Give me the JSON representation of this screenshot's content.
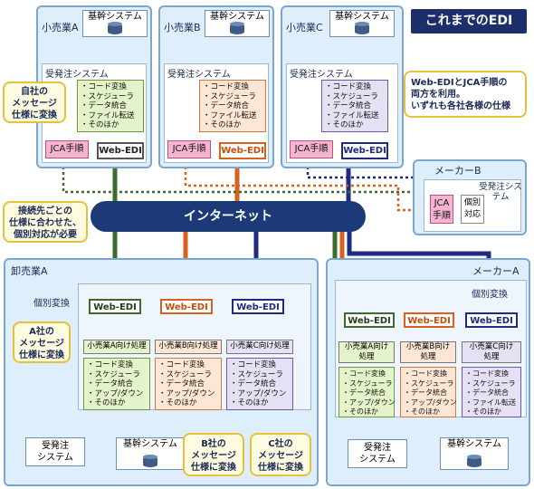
{
  "title": "これまでのEDI",
  "internet": "インターネット",
  "retailers": [
    {
      "name": "小売業A",
      "kikan": "基幹システム",
      "system": "受発注システム",
      "funcs": [
        "・コード変換",
        "・スケジューラ",
        "・データ統合",
        "・ファイル転送",
        "・そのほか"
      ],
      "jca": "JCA手順",
      "webedi": "Web-EDI"
    },
    {
      "name": "小売業B",
      "kikan": "基幹システム",
      "system": "受発注システム",
      "funcs": [
        "・コード変換",
        "・スケジューラ",
        "・データ統合",
        "・ファイル転送",
        "・そのほか"
      ],
      "jca": "JCA手順",
      "webedi": "Web-EDI"
    },
    {
      "name": "小売業C",
      "kikan": "基幹システム",
      "system": "受発注システム",
      "funcs": [
        "・コード変換",
        "・スケジューラ",
        "・データ統合",
        "・ファイル転送",
        "・そのほか"
      ],
      "jca": "JCA手順",
      "webedi": "Web-EDI"
    }
  ],
  "callouts": {
    "self_convert": [
      "自社の",
      "メッセージ",
      "仕様に変換"
    ],
    "note_lines": [
      "Web-EDIとJCA手順の",
      "両方を利用。",
      "いずれも各社各様の仕様"
    ],
    "per_connection": [
      "接続先ごとの",
      "仕様に合わせた、",
      "個別対応が必要"
    ],
    "a_convert": [
      "A社の",
      "メッセージ",
      "仕様に変換"
    ],
    "b_convert": [
      "B社の",
      "メッセージ",
      "仕様に変換"
    ],
    "c_convert": [
      "C社の",
      "メッセージ",
      "仕様に変換"
    ]
  },
  "maker_b": {
    "name": "メーカーB",
    "system": "受発注システム",
    "jca": [
      "JCA",
      "手順"
    ],
    "individual": [
      "個別",
      "対応"
    ]
  },
  "wholesaler": {
    "name": "卸売業A",
    "individual": "個別変換",
    "webedi": [
      "Web-EDI",
      "Web-EDI",
      "Web-EDI"
    ],
    "procs": [
      "小売業A向け処理",
      "小売業B向け処理",
      "小売業C向け処理"
    ],
    "funcs": [
      "・コード変換",
      "・スケジューラ",
      "・データ統合",
      "・アップ/ダウン",
      "・そのほか"
    ],
    "order_system": [
      "受発注",
      "システム"
    ],
    "kikan": "基幹システム"
  },
  "maker_a": {
    "name": "メーカーA",
    "individual": "個別変換",
    "webedi": [
      "Web-EDI",
      "Web-EDI",
      "Web-EDI"
    ],
    "procs": [
      [
        "小売業A向け",
        "処理"
      ],
      [
        "小売業B向け",
        "処理"
      ],
      [
        "小売業C向け",
        "処理"
      ]
    ],
    "funcs": [
      [
        "・コード変換",
        "・スケジューラ",
        "・データ統合",
        "・アップ/ダウン",
        "・そのほか"
      ],
      [
        "・コード変換",
        "・スケジューラ",
        "・データ統合",
        "・アップ/ダウン",
        "・そのほか"
      ],
      [
        "・コード変換",
        "・スケジューラ",
        "・データ統合",
        "・ファイル転送",
        "・そのほか"
      ]
    ],
    "order_system": [
      "受発注",
      "システム"
    ],
    "kikan": "基幹システム"
  },
  "colors": {
    "green": "#3d6b2d",
    "orange": "#d9611e",
    "navy": "#1f2a80",
    "panel": "#dfeefb",
    "internet": "#1d3a78",
    "pink": "#f7b4d1"
  }
}
